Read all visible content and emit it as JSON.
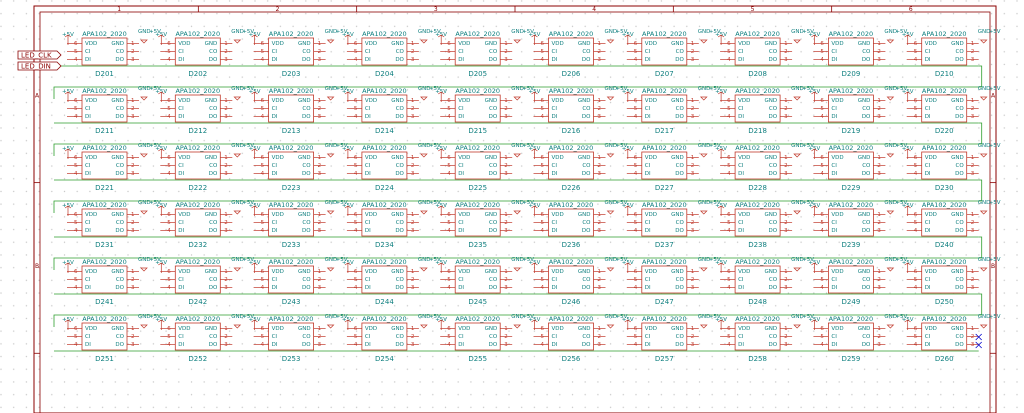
{
  "frame": {
    "columns": [
      "1",
      "2",
      "3",
      "4",
      "5",
      "6"
    ],
    "rows": [
      "A",
      "B"
    ]
  },
  "net_labels": [
    "LED_CLK",
    "LED_DIN"
  ],
  "symbol": {
    "part": "APA102_2020",
    "pins_left": [
      "VDD",
      "CI",
      "DI"
    ],
    "pins_right": [
      "GND",
      "CO",
      "DO"
    ],
    "pin_numbers_left": [
      "6",
      "5",
      "4"
    ],
    "pin_numbers_right": [
      "1",
      "2",
      "3"
    ]
  },
  "power": {
    "vcc": "+5V",
    "gnd": "GND"
  },
  "designators": [
    [
      "D201",
      "D202",
      "D203",
      "D204",
      "D205",
      "D206",
      "D207",
      "D208",
      "D209",
      "D210"
    ],
    [
      "D211",
      "D212",
      "D213",
      "D214",
      "D215",
      "D216",
      "D217",
      "D218",
      "D219",
      "D220"
    ],
    [
      "D221",
      "D222",
      "D223",
      "D224",
      "D225",
      "D226",
      "D227",
      "D228",
      "D229",
      "D230"
    ],
    [
      "D231",
      "D232",
      "D233",
      "D234",
      "D235",
      "D236",
      "D237",
      "D238",
      "D239",
      "D240"
    ],
    [
      "D241",
      "D242",
      "D243",
      "D244",
      "D245",
      "D246",
      "D247",
      "D248",
      "D249",
      "D250"
    ],
    [
      "D251",
      "D252",
      "D253",
      "D254",
      "D255",
      "D256",
      "D257",
      "D258",
      "D259",
      "D260"
    ]
  ],
  "colors": {
    "frame": "#8b0000",
    "symbol_body": "#c0392b",
    "text": "#0f7f7f",
    "wire": "#2e9e2e",
    "grid_dot": "#c8c8c8",
    "no_connect": "#0000cc"
  }
}
